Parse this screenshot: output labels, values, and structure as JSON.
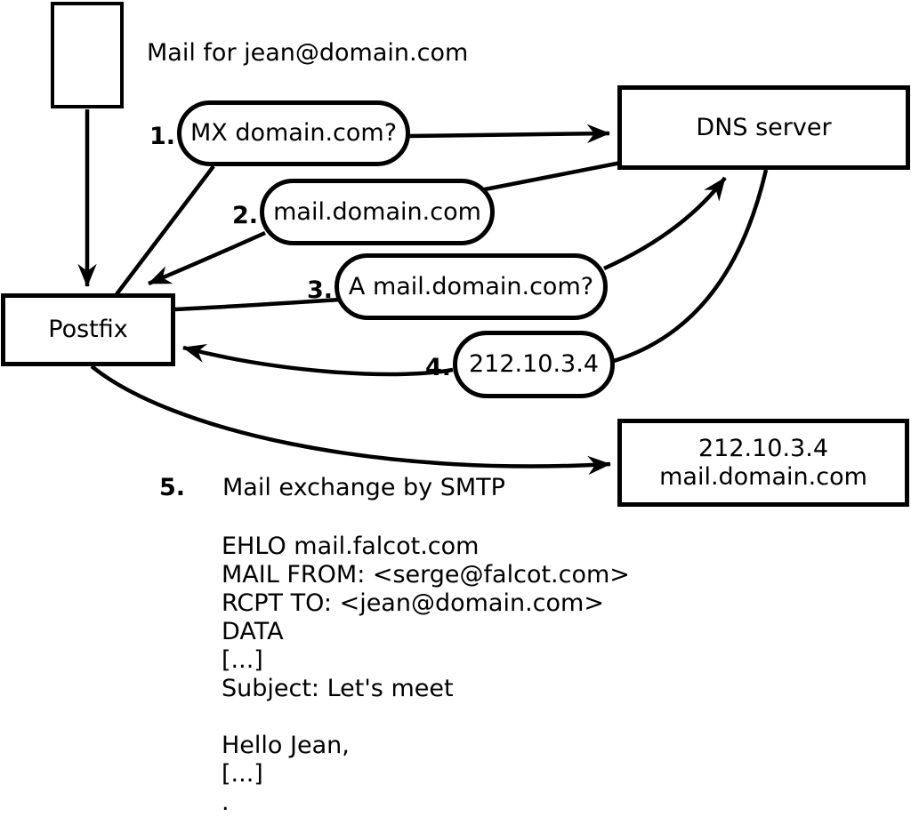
{
  "diagram": {
    "note": "Mail for jean@domain.com",
    "nodes": {
      "postfix": {
        "label": "Postfix"
      },
      "dns": {
        "label": "DNS server"
      },
      "mailserver": {
        "line1": "212.10.3.4",
        "line2": "mail.domain.com"
      }
    },
    "steps": [
      {
        "num": "1.",
        "label": "MX domain.com?"
      },
      {
        "num": "2.",
        "label": "mail.domain.com"
      },
      {
        "num": "3.",
        "label": "A mail.domain.com?"
      },
      {
        "num": "4.",
        "label": "212.10.3.4"
      },
      {
        "num": "5.",
        "label": "Mail exchange by SMTP"
      }
    ],
    "smtp_transcript": [
      "EHLO mail.falcot.com",
      "MAIL FROM: <serge@falcot.com>",
      "RCPT TO: <jean@domain.com>",
      "DATA",
      "[...]",
      "Subject: Let's meet",
      "",
      "Hello Jean,",
      "[...]",
      "."
    ],
    "colors": {
      "stroke": "#000000",
      "background": "#ffffff"
    }
  }
}
